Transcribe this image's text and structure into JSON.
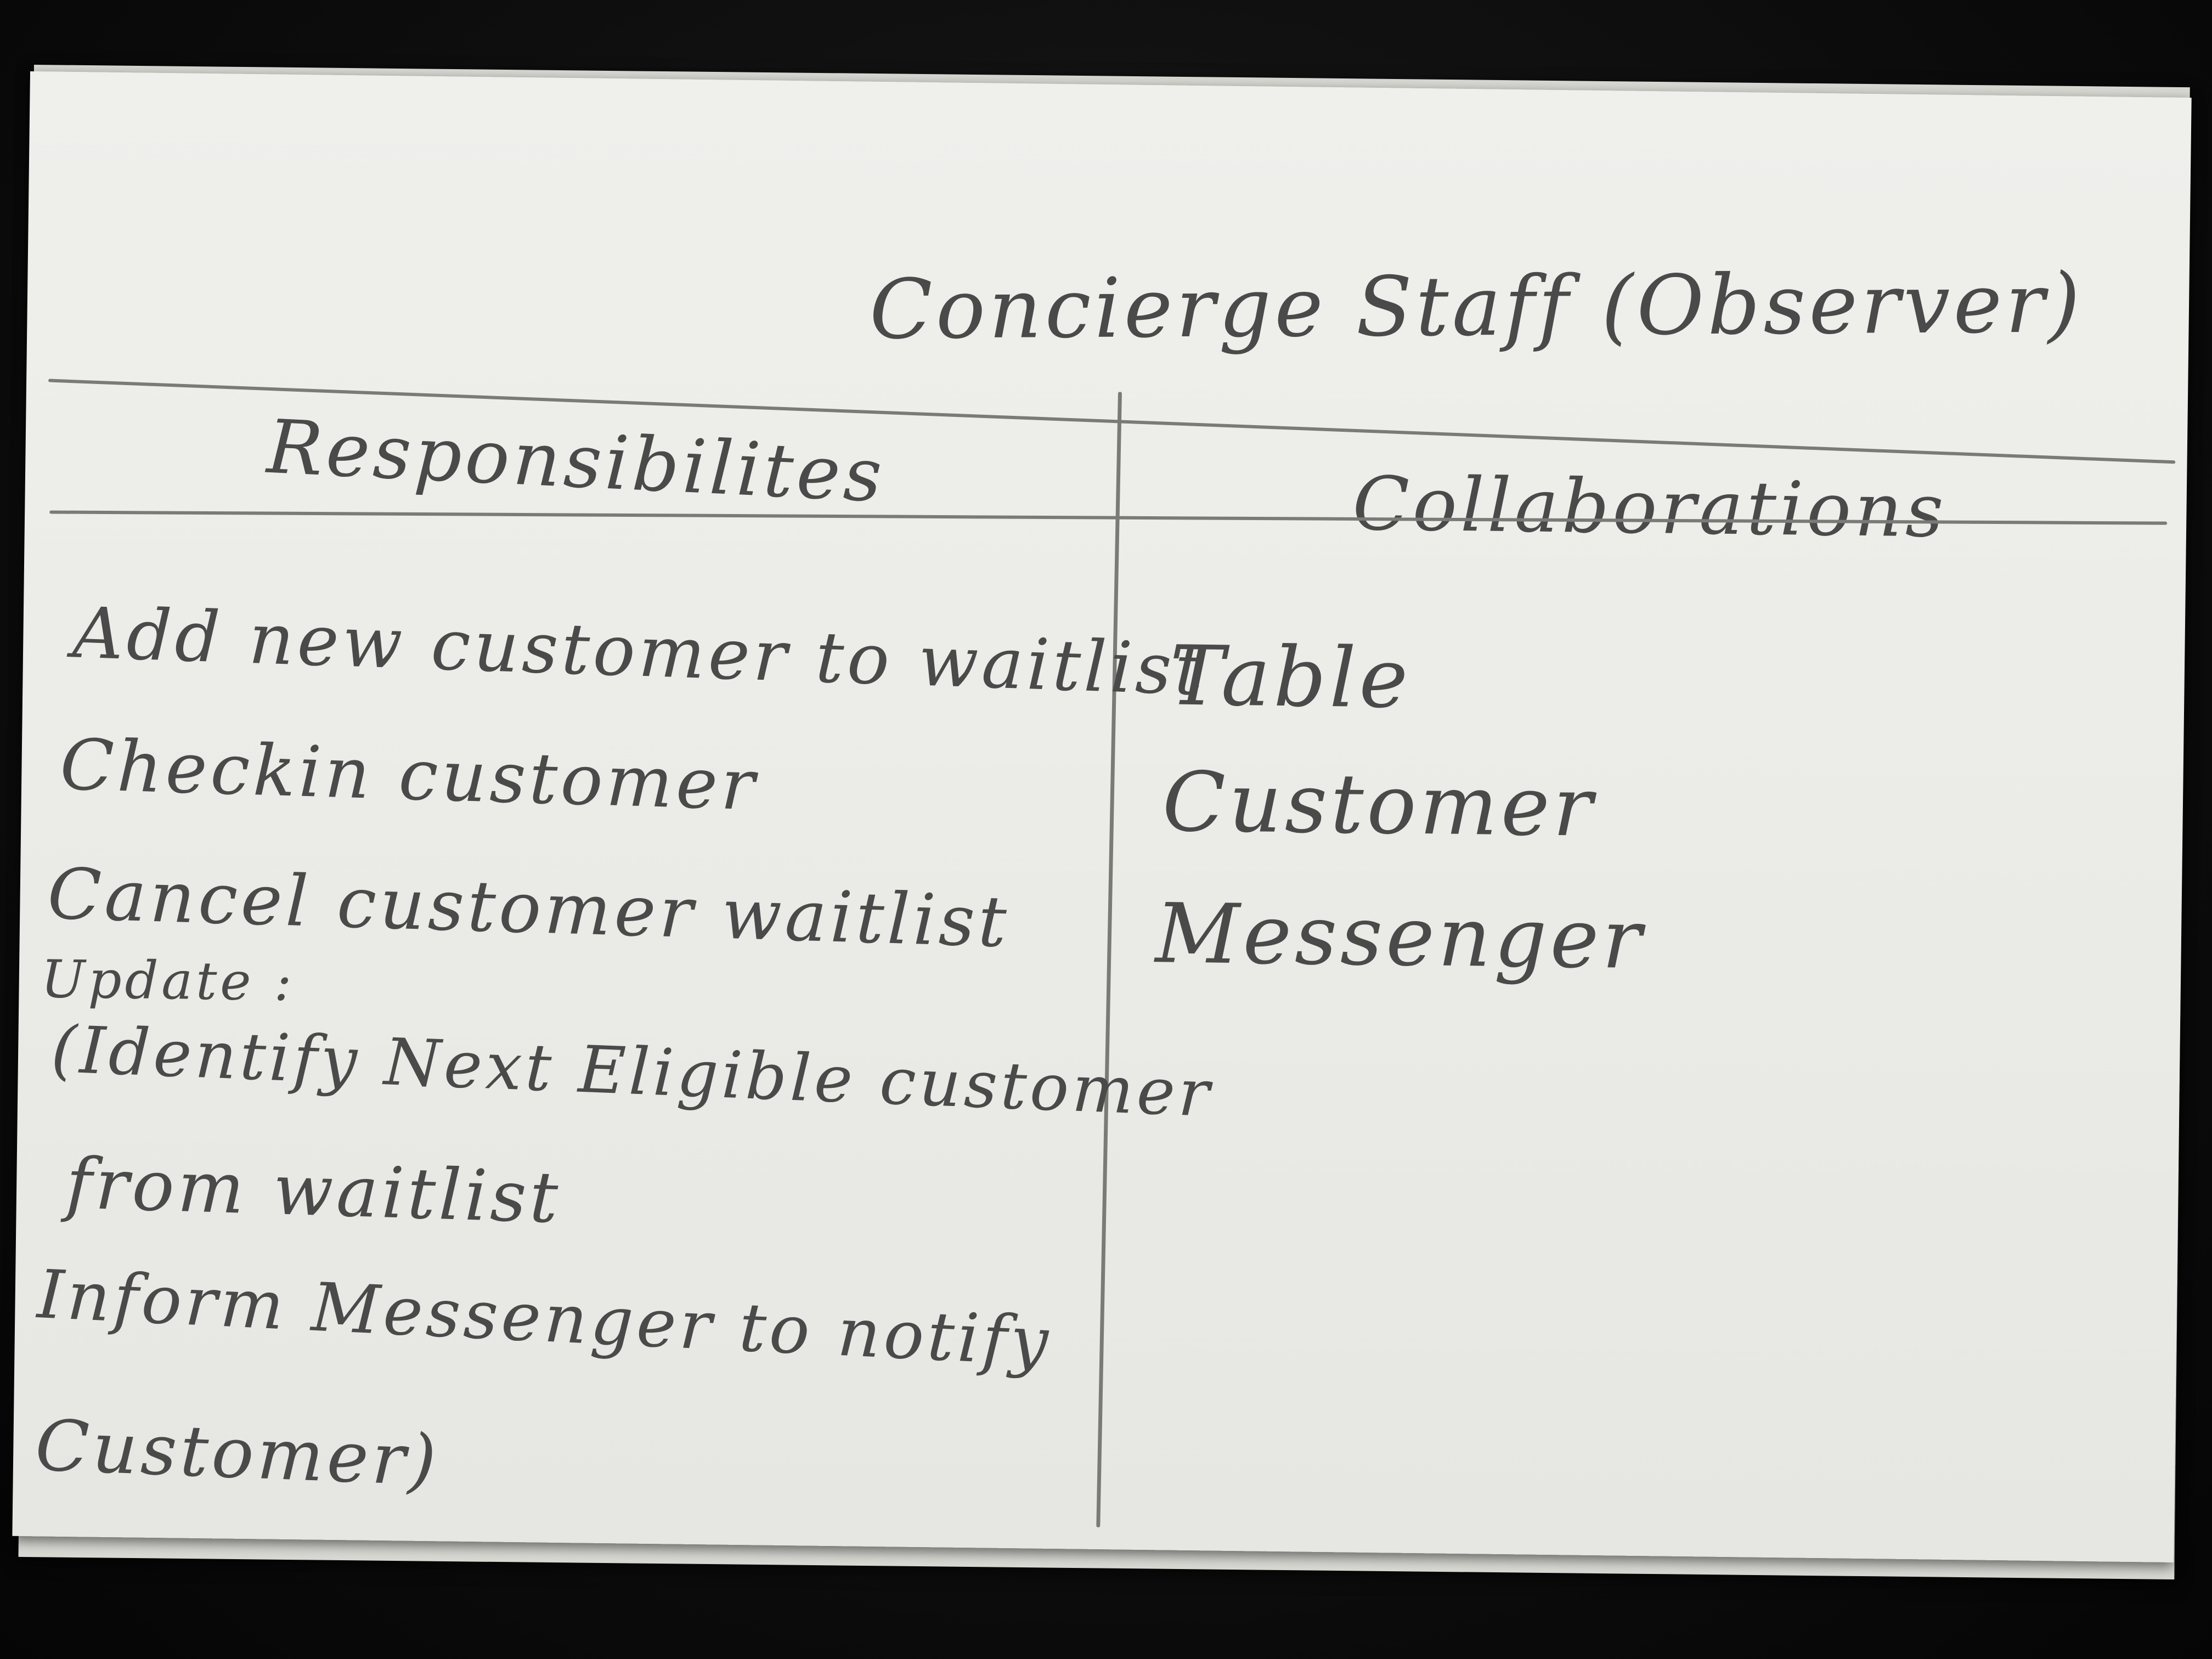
{
  "card": {
    "title": "Concierge Staff (Observer)",
    "responsibilities_header": "Responsibilites",
    "collaborations_header": "Collaborations",
    "responsibilities": [
      "Add new customer to waitlist",
      "Checkin customer",
      "Cancel customer waitlist",
      "Update :",
      "(Identify Next Eligible customer",
      "from waitlist",
      "Inform Messenger to notify",
      "Customer)"
    ],
    "collaborations": [
      "Table",
      "Customer",
      "Messenger"
    ]
  },
  "colors": {
    "ink": "#4a4a4a",
    "paper": "#ecece8",
    "background": "#0d0d0d"
  }
}
